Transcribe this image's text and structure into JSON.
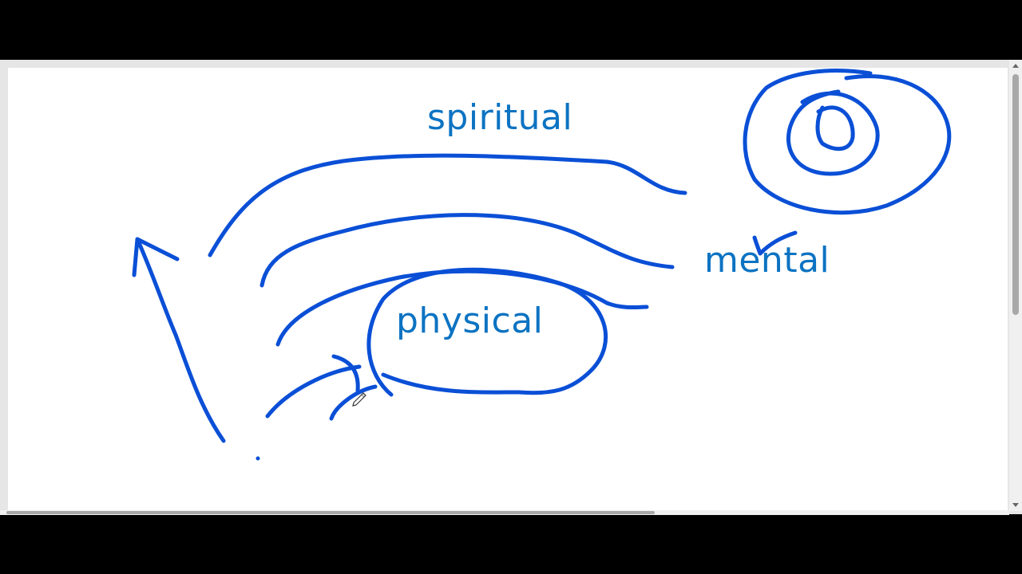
{
  "whiteboard": {
    "labels": {
      "spiritual": "spiritual",
      "mental": "mental",
      "physical": "physical"
    },
    "ink_color": "#0a4fd6",
    "text_color": "#0c73c2"
  },
  "cursor": {
    "icon": "pen-cursor-icon"
  }
}
